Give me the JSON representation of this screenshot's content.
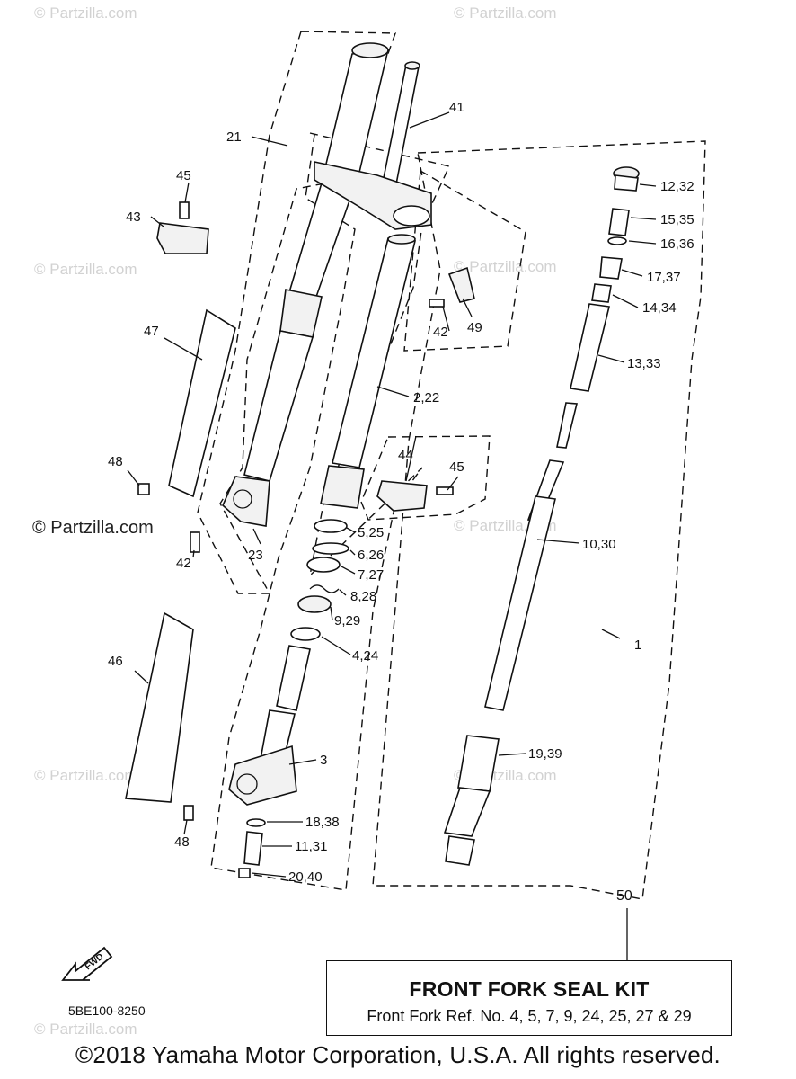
{
  "watermark": "© Partzilla.com",
  "diagram_code": "5BE100-8250",
  "fwd_label": "FWD",
  "seal_kit": {
    "ref_number": "50",
    "title": "FRONT FORK SEAL KIT",
    "subtitle": "Front Fork Ref. No. 4, 5, 7, 9, 24, 25, 27 & 29"
  },
  "copyright": "©2018 Yamaha Motor Corporation, U.S.A. All rights reserved.",
  "callouts": [
    "1",
    "2,22",
    "3",
    "4,24",
    "5,25",
    "6,26",
    "7,27",
    "8,28",
    "9,29",
    "10,30",
    "11,31",
    "12,32",
    "13,33",
    "14,34",
    "15,35",
    "16,36",
    "17,37",
    "18,38",
    "19,39",
    "20,40",
    "21",
    "23",
    "41",
    "42",
    "42",
    "43",
    "44",
    "45",
    "45",
    "46",
    "47",
    "48",
    "48",
    "49"
  ]
}
